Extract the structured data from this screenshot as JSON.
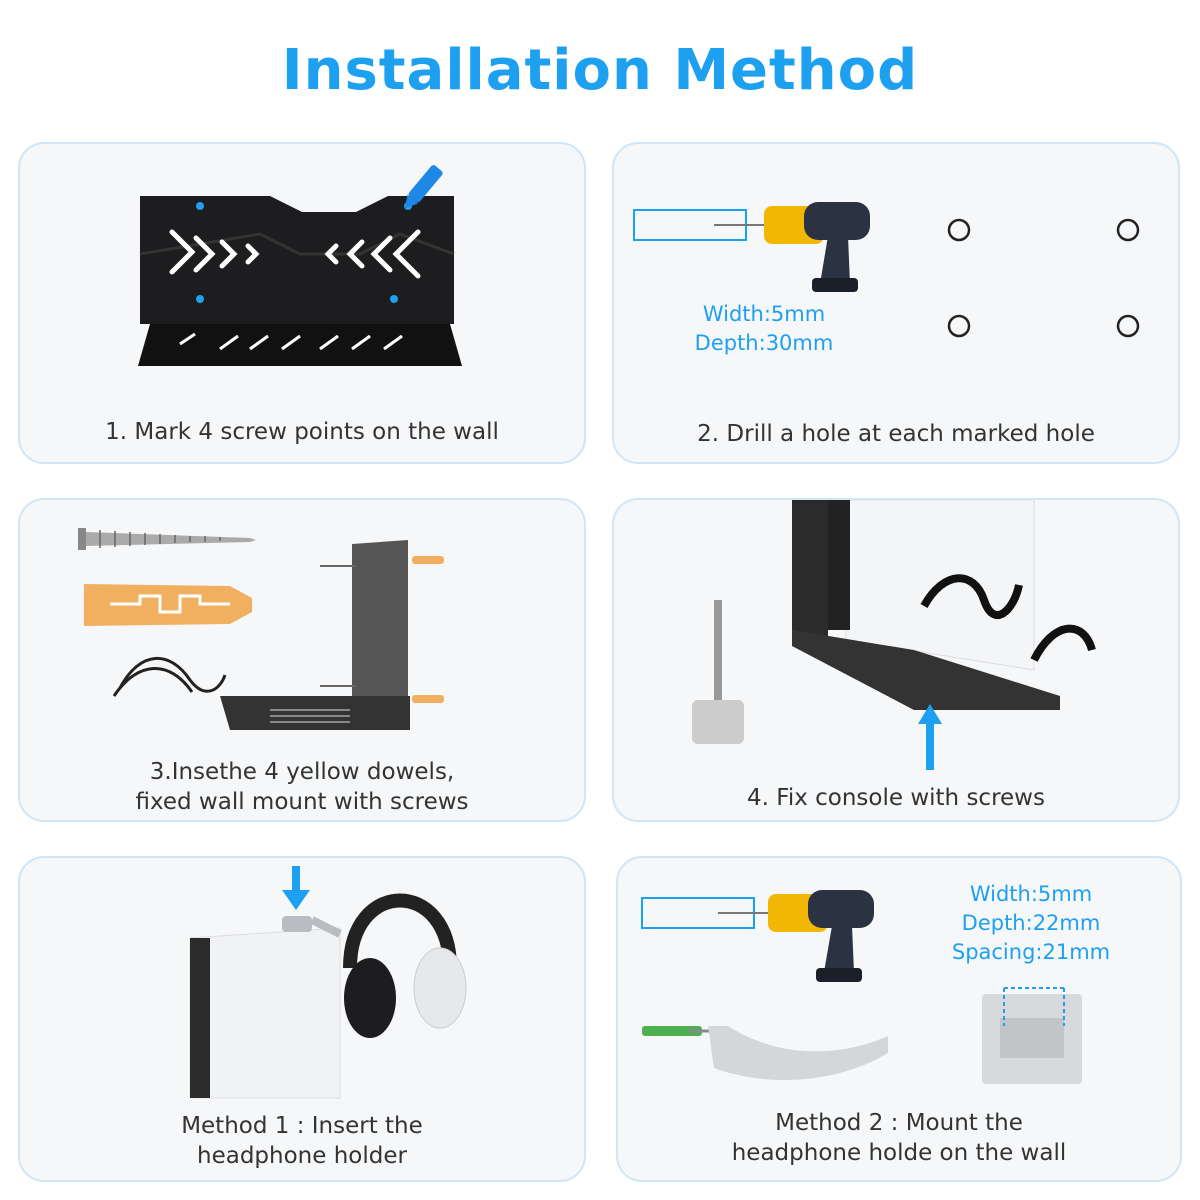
{
  "title": "Installation Method",
  "colors": {
    "accent": "#1ea0f0",
    "card_bg": "#f6f7f9",
    "card_border": "#cfe6f6"
  },
  "steps": [
    {
      "caption_lines": [
        "1. Mark 4 screw points on the wall"
      ]
    },
    {
      "caption_lines": [
        "2. Drill a hole at each marked hole"
      ],
      "labels": [
        "Width:5mm",
        "Depth:30mm"
      ]
    },
    {
      "caption_lines": [
        "3.Insethe 4 yellow dowels,",
        "fixed wall mount with screws"
      ]
    },
    {
      "caption_lines": [
        "4. Fix console with screws"
      ]
    },
    {
      "caption_lines": [
        "Method 1 : Insert the",
        "headphone holder"
      ]
    },
    {
      "caption_lines": [
        "Method 2 : Mount the",
        "headphone holde on the wall"
      ],
      "labels": [
        "Width:5mm",
        "Depth:22mm",
        "Spacing:21mm"
      ]
    }
  ]
}
